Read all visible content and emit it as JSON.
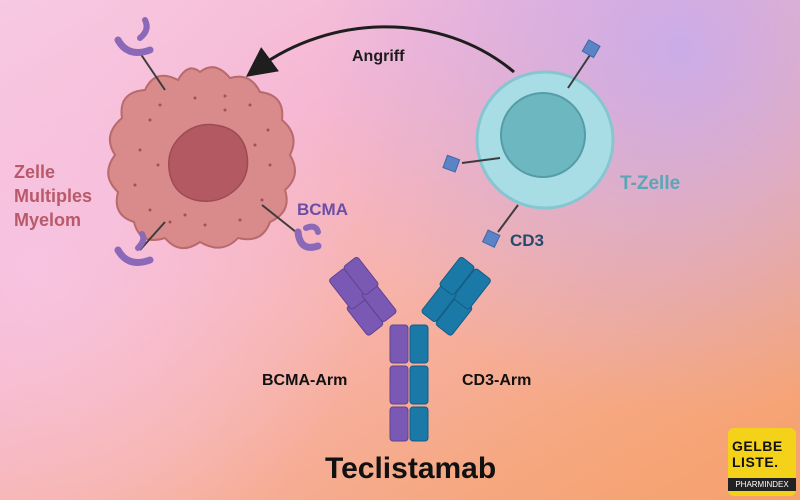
{
  "labels": {
    "myeloma_cell": [
      "Zelle",
      "Multiples",
      "Myelom"
    ],
    "bcma": "BCMA",
    "t_cell": "T-Zelle",
    "cd3": "CD3",
    "attack": "Angriff",
    "bcma_arm": "BCMA-Arm",
    "cd3_arm": "CD3-Arm",
    "drug": "Teclistamab"
  },
  "logo": {
    "line1": "GELBE",
    "line2": "LISTE.",
    "line3": "PHARMINDEX"
  },
  "colors": {
    "myeloma_cell": "#d98a8a",
    "myeloma_nucleus": "#b35962",
    "t_cell": "#a9dde6",
    "t_cell_nucleus": "#6cb7c0",
    "bcma_receptor": "#8b68b8",
    "cd3_receptor": "#5b83c6",
    "bcma_arm": "#7a59b4",
    "cd3_arm": "#1b79a8",
    "arrow": "#1e1e1e",
    "logo_bg": "#f4d21a"
  }
}
